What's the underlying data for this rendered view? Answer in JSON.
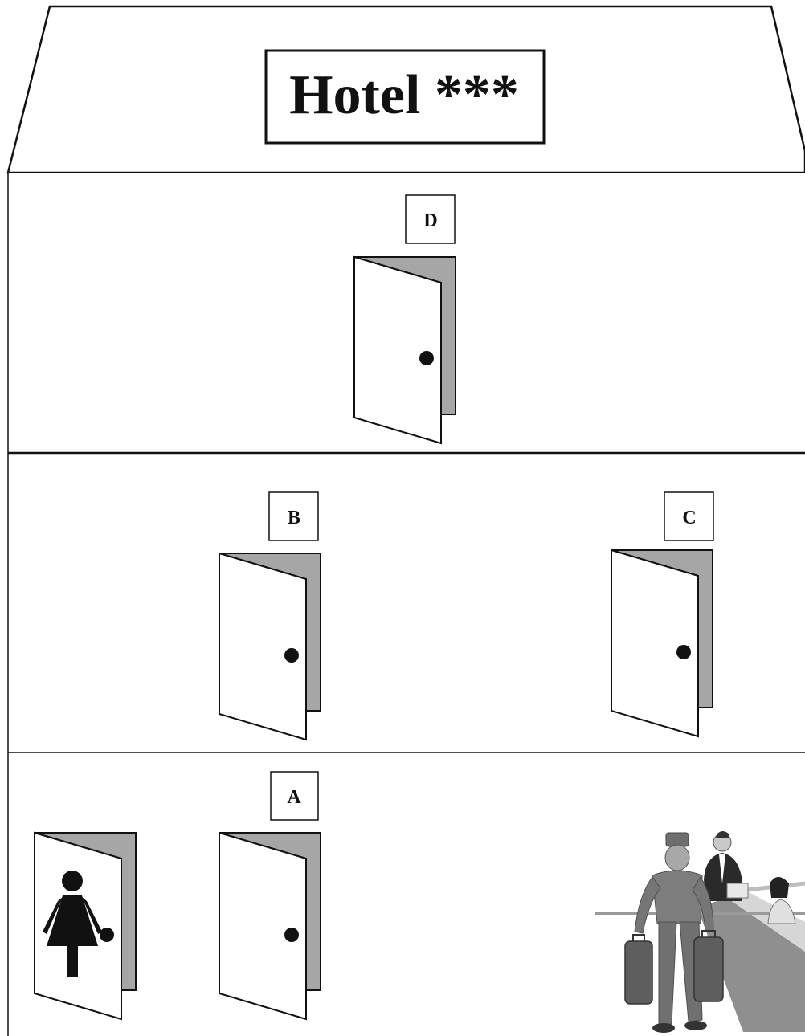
{
  "sign": {
    "title": "Hotel ***"
  },
  "doors": {
    "d": {
      "label": "D"
    },
    "b": {
      "label": "B"
    },
    "c": {
      "label": "C"
    },
    "a": {
      "label": "A"
    }
  },
  "colors": {
    "outline": "#111111",
    "door_shadow": "#a6a6a6",
    "door_face": "#ffffff",
    "figure_gray": "#8a8a8a"
  },
  "icons": {
    "restroom": "woman-restroom-icon",
    "knob": "door-knob-icon",
    "clipart": "bellhop-reception-illustration"
  }
}
